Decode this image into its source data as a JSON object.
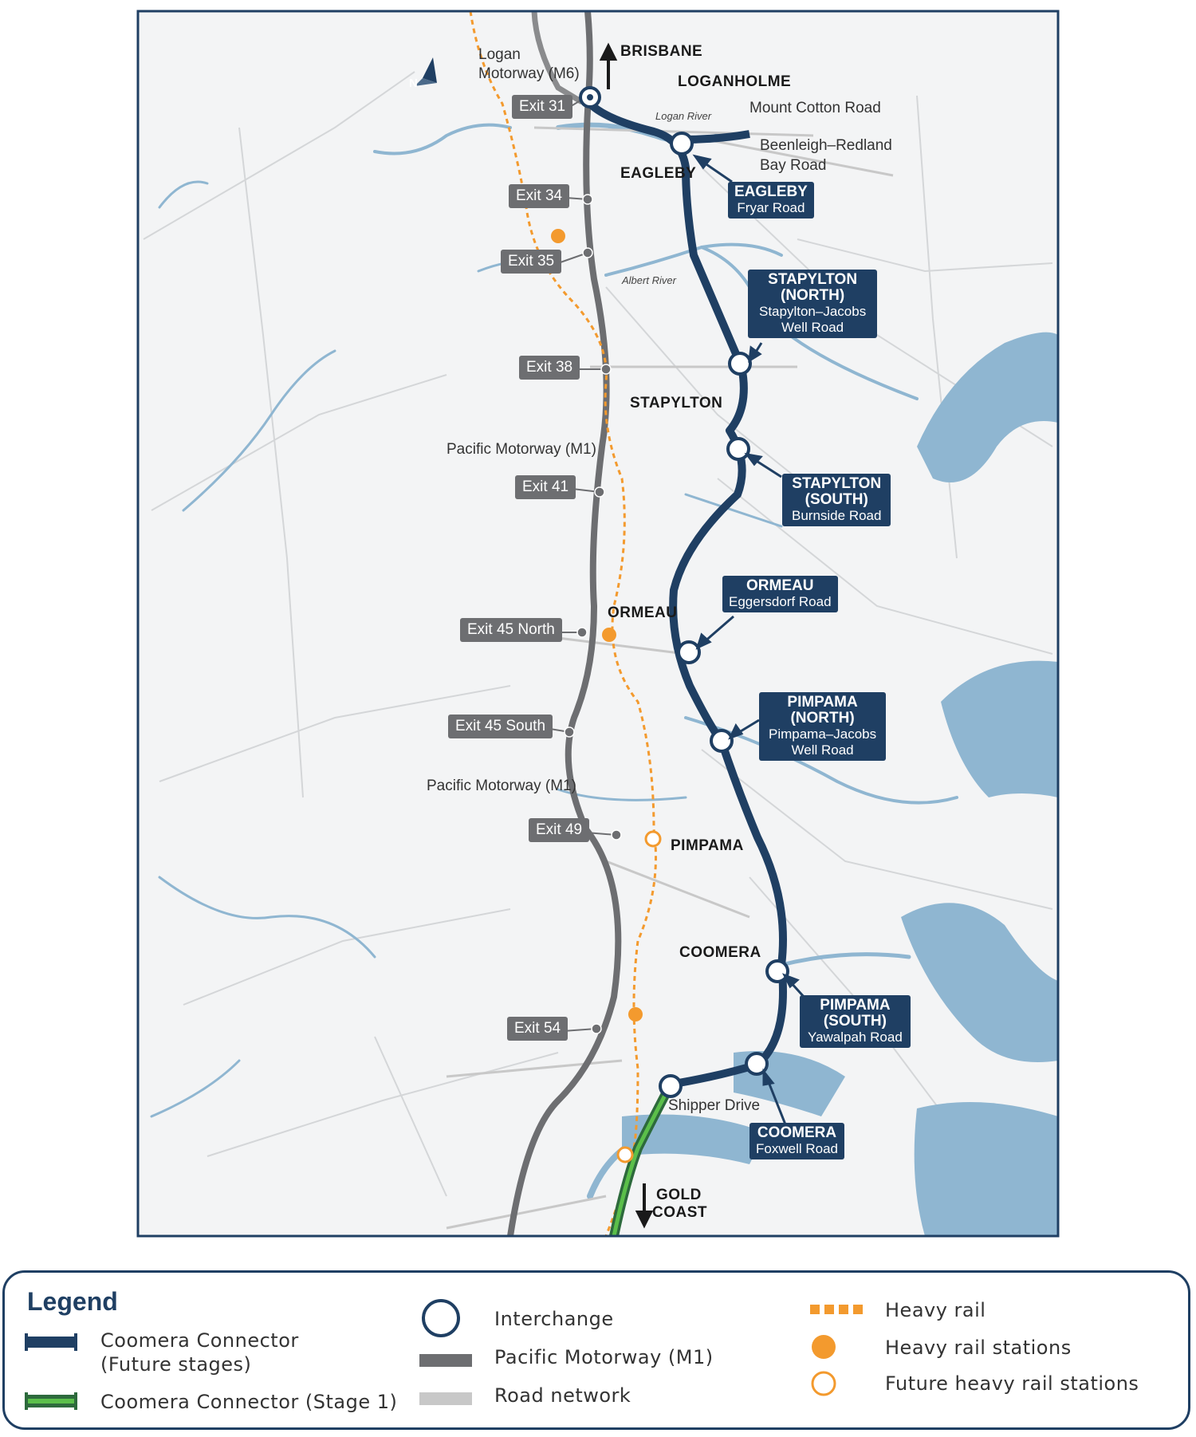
{
  "north_arrow": {
    "letter": "N"
  },
  "directions": {
    "north": "BRISBANE",
    "south_line1": "GOLD",
    "south_line2": "COAST"
  },
  "places": {
    "loganholme": "LOGANHOLME",
    "eagleby": "EAGLEBY",
    "stapylton": "STAPYLTON",
    "ormeau": "ORMEAU",
    "pimpama": "PIMPAMA",
    "coomera": "COOMERA"
  },
  "rivers": {
    "logan": "Logan River",
    "albert": "Albert River"
  },
  "roads": {
    "m6_line1": "Logan",
    "m6_line2": "Motorway (M6)",
    "m1_north": "Pacific Motorway (M1)",
    "m1_south": "Pacific Motorway (M1)",
    "mount_cotton": "Mount Cotton Road",
    "beenleigh_line1": "Beenleigh–Redland",
    "beenleigh_line2": "Bay Road",
    "shipper": "Shipper Drive"
  },
  "exits": [
    {
      "label": "Exit 31"
    },
    {
      "label": "Exit 34"
    },
    {
      "label": "Exit 35"
    },
    {
      "label": "Exit 38"
    },
    {
      "label": "Exit 41"
    },
    {
      "label": "Exit 45 North"
    },
    {
      "label": "Exit 45 South"
    },
    {
      "label": "Exit 49"
    },
    {
      "label": "Exit 54"
    }
  ],
  "interchanges": [
    {
      "name": "EAGLEBY",
      "road": "Fryar Road"
    },
    {
      "name_line1": "STAPYLTON",
      "name_line2": "(NORTH)",
      "road_line1": "Stapylton–Jacobs",
      "road_line2": "Well Road"
    },
    {
      "name_line1": "STAPYLTON",
      "name_line2": "(SOUTH)",
      "road": "Burnside Road"
    },
    {
      "name": "ORMEAU",
      "road": "Eggersdorf Road"
    },
    {
      "name_line1": "PIMPAMA",
      "name_line2": "(NORTH)",
      "road_line1": "Pimpama–Jacobs",
      "road_line2": "Well Road"
    },
    {
      "name_line1": "PIMPAMA",
      "name_line2": "(SOUTH)",
      "road": "Yawalpah Road"
    },
    {
      "name": "COOMERA",
      "road": "Foxwell Road"
    }
  ],
  "legend": {
    "title": "Legend",
    "connector_future_line1": "Coomera Connector",
    "connector_future_line2": "(Future stages)",
    "connector_stage1": "Coomera Connector (Stage 1)",
    "interchange": "Interchange",
    "m1": "Pacific Motorway (M1)",
    "road_network": "Road network",
    "heavy_rail": "Heavy rail",
    "heavy_rail_stations": "Heavy rail stations",
    "future_stations": "Future heavy rail stations"
  },
  "colors": {
    "connector": "#1f3f63",
    "stage1": "#5bbf4a",
    "motorway": "#6d6e71",
    "road": "#c8c8c8",
    "water": "#8fb6d1",
    "rail": "#f39a2e",
    "label_box": "#1f3f63",
    "exit_box": "#6d6e71"
  }
}
